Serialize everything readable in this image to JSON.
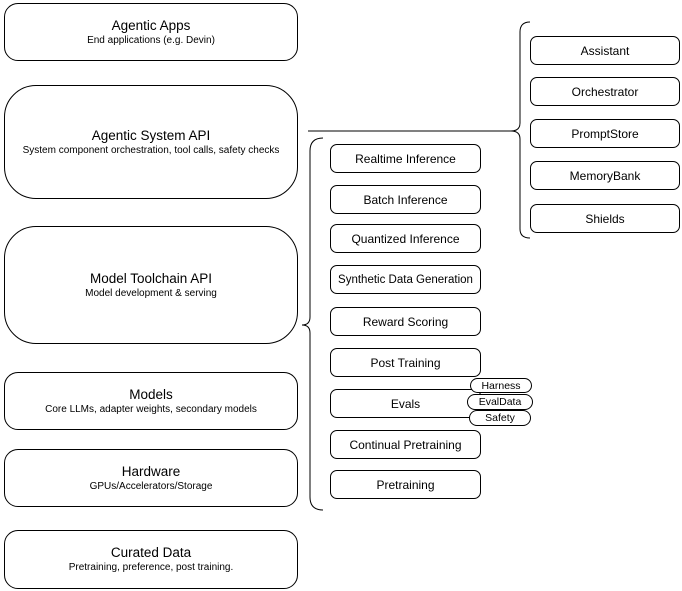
{
  "diagram": {
    "left_boxes": [
      {
        "title": "Agentic Apps",
        "subtitle": "End applications (e.g. Devin)"
      },
      {
        "title": "Agentic System API",
        "subtitle": "System component orchestration, tool calls, safety checks"
      },
      {
        "title": "Model Toolchain API",
        "subtitle": "Model development & serving"
      },
      {
        "title": "Models",
        "subtitle": "Core LLMs, adapter weights, secondary models"
      },
      {
        "title": "Hardware",
        "subtitle": "GPUs/Accelerators/Storage"
      },
      {
        "title": "Curated Data",
        "subtitle": "Pretraining, preference, post training."
      }
    ],
    "middle_boxes": [
      "Realtime Inference",
      "Batch Inference",
      "Quantized Inference",
      "Synthetic Data Generation",
      "Reward Scoring",
      "Post Training",
      "Evals",
      "Continual Pretraining",
      "Pretraining"
    ],
    "eval_tags": [
      "Harness",
      "EvalData",
      "Safety"
    ],
    "right_boxes": [
      "Assistant",
      "Orchestrator",
      "PromptStore",
      "MemoryBank",
      "Shields"
    ],
    "colors": {
      "border": "#000000",
      "background": "#ffffff",
      "text": "#000000"
    }
  }
}
